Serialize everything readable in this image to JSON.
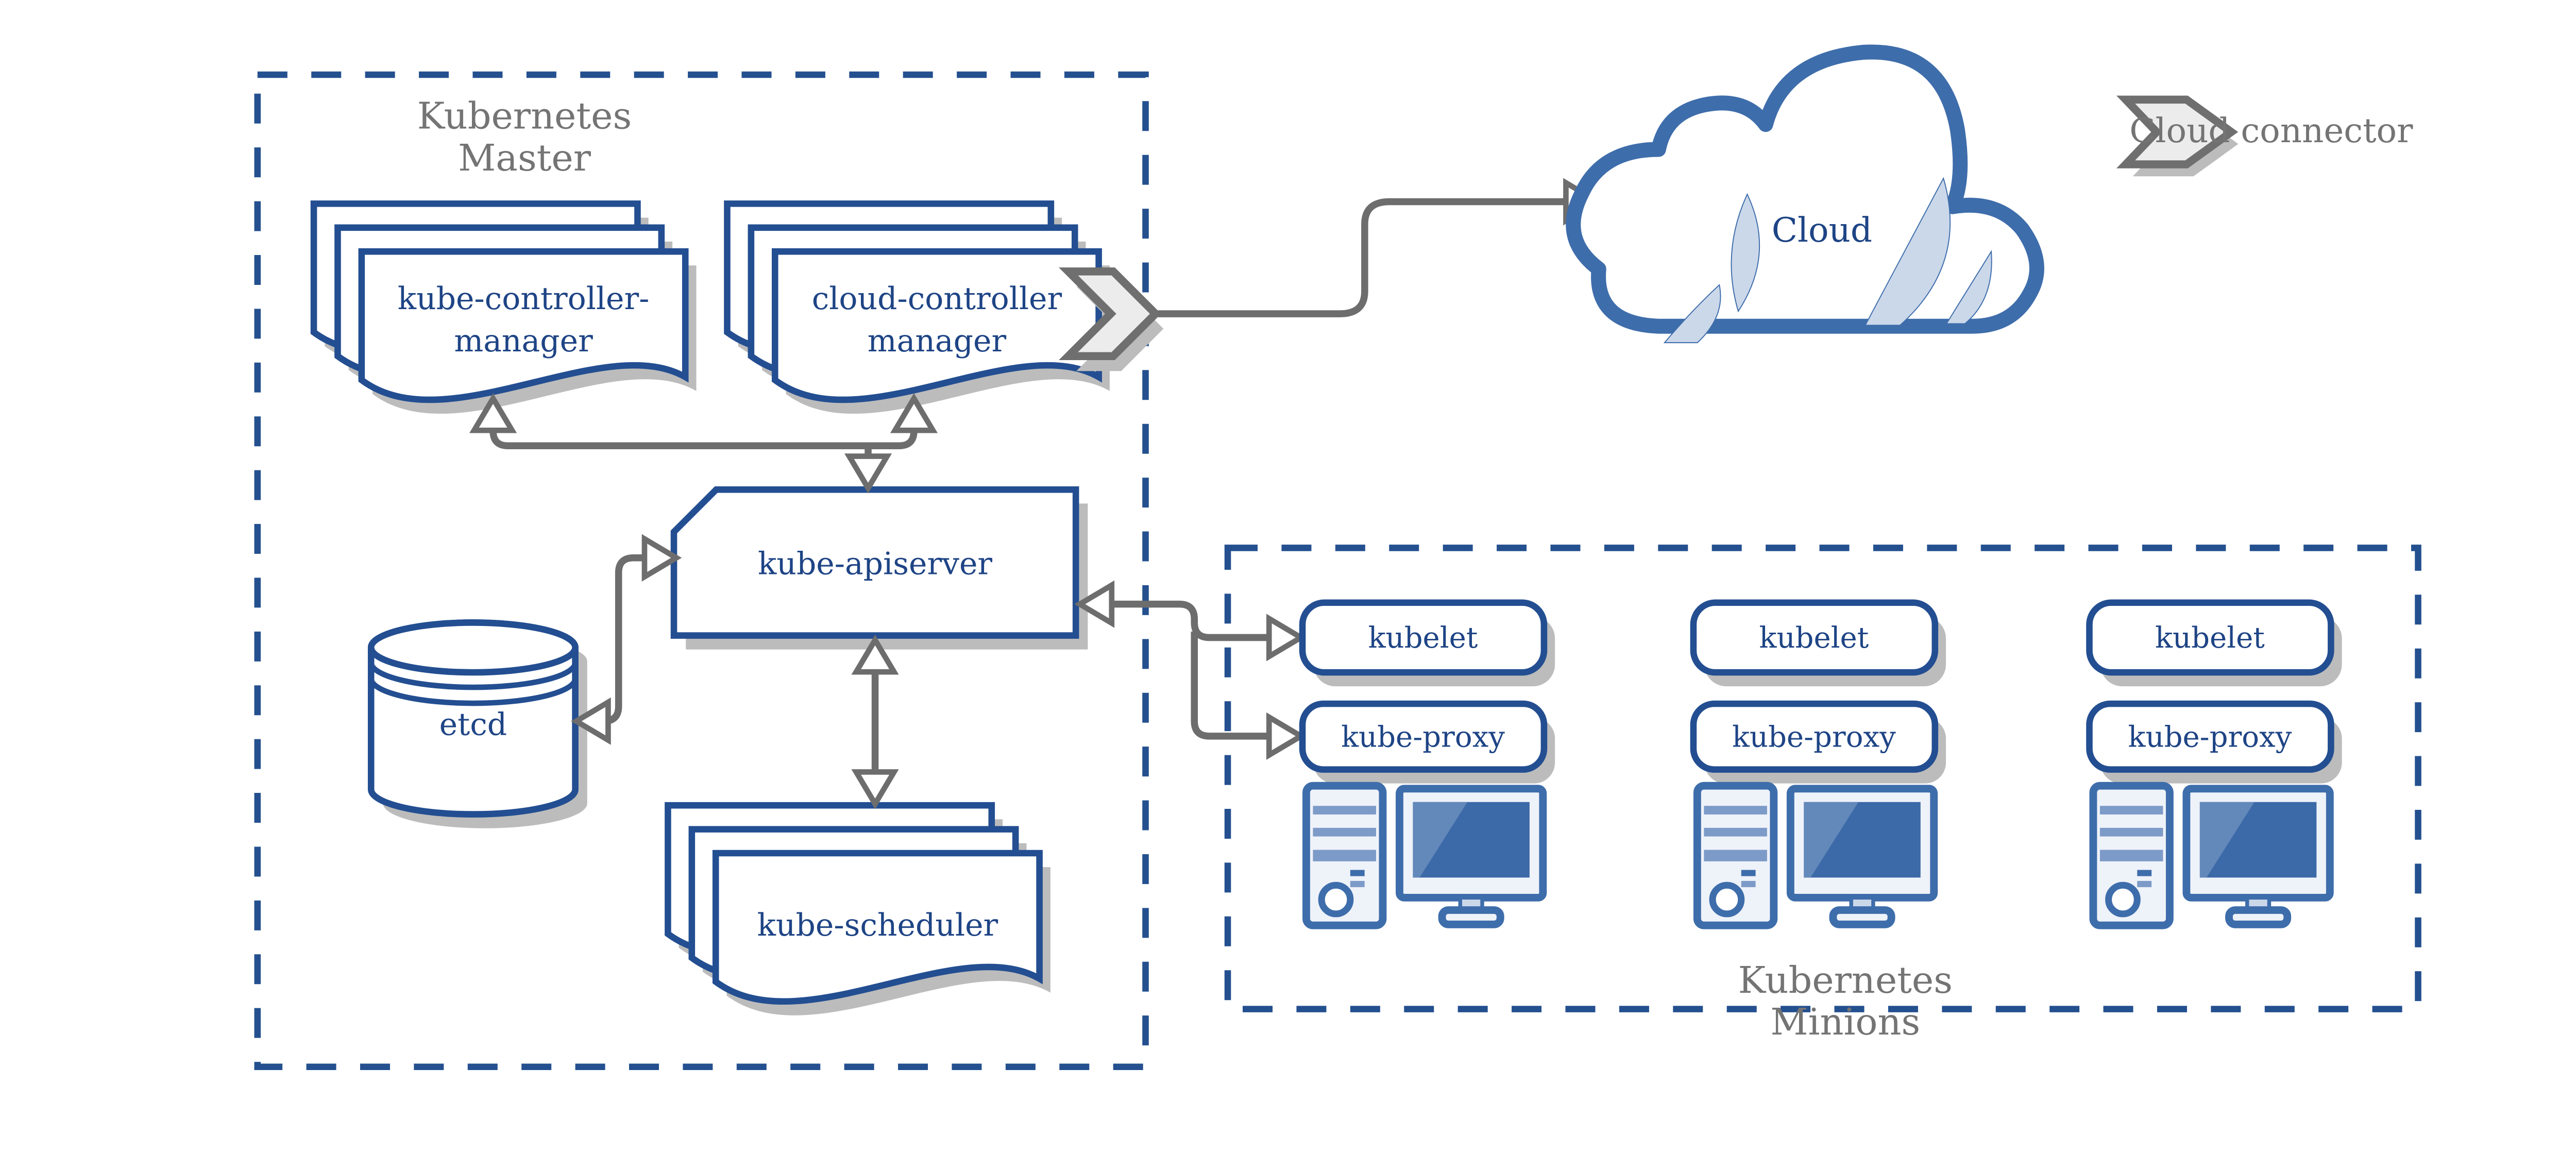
{
  "colors": {
    "navy": "#234e91",
    "navy_text": "#1e4485",
    "dash_blue": "#24508f",
    "gray_text": "#747474",
    "arrow_gray": "#6d6d6d",
    "shadow_gray": "#bcbcbc",
    "chevron_fill": "#ececec",
    "chevron_stroke": "#6f6f6f",
    "icon_blue": "#3e6dab",
    "screen_blue": "#3c69a7",
    "screen_highlight": "#6389bb",
    "panel_light": "#eef2f9",
    "stripe_blue": "#7d9bc8",
    "accent_light": "#cbd8ea"
  },
  "legend": {
    "label": "Cloud connector"
  },
  "cloud": {
    "label": "Cloud"
  },
  "master": {
    "title_line1": "Kubernetes",
    "title_line2": "Master",
    "kube_controller_manager_line1": "kube-controller-",
    "kube_controller_manager_line2": "manager",
    "cloud_controller_manager_line1": "cloud-controller",
    "cloud_controller_manager_line2": "manager",
    "kube_apiserver": "kube-apiserver",
    "etcd": "etcd",
    "kube_scheduler": "kube-scheduler"
  },
  "minions": {
    "title_line1": "Kubernetes",
    "title_line2": "Minions",
    "nodes": [
      {
        "kubelet": "kubelet",
        "kube_proxy": "kube-proxy"
      },
      {
        "kubelet": "kubelet",
        "kube_proxy": "kube-proxy"
      },
      {
        "kubelet": "kubelet",
        "kube_proxy": "kube-proxy"
      }
    ]
  }
}
